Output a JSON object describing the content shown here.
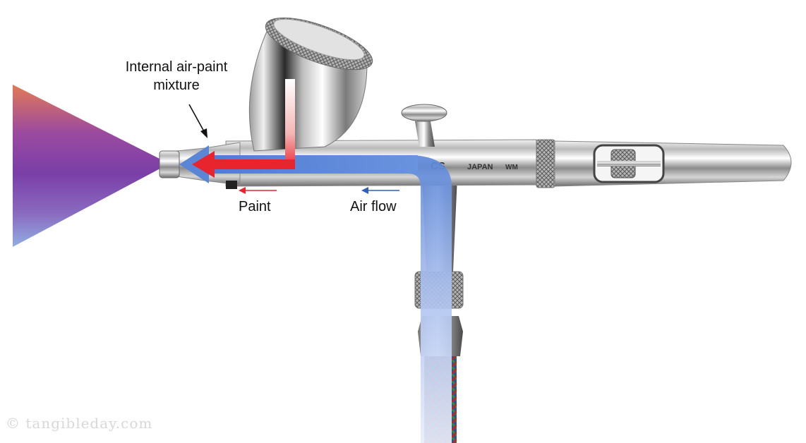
{
  "labels": {
    "internal_mixture": "Internal air-paint mixture",
    "paint": "Paint",
    "air_flow": "Air flow"
  },
  "body_engraving": {
    "model": "CS",
    "origin": "JAPAN",
    "code": "WM"
  },
  "watermark": "© tangibleday.com",
  "colors": {
    "paint_arrow": "#e8242e",
    "air_arrow": "#5b86d8",
    "spray_top": "#e07a55",
    "spray_mid": "#7a3fa8",
    "spray_bottom": "#8fa8e0"
  }
}
